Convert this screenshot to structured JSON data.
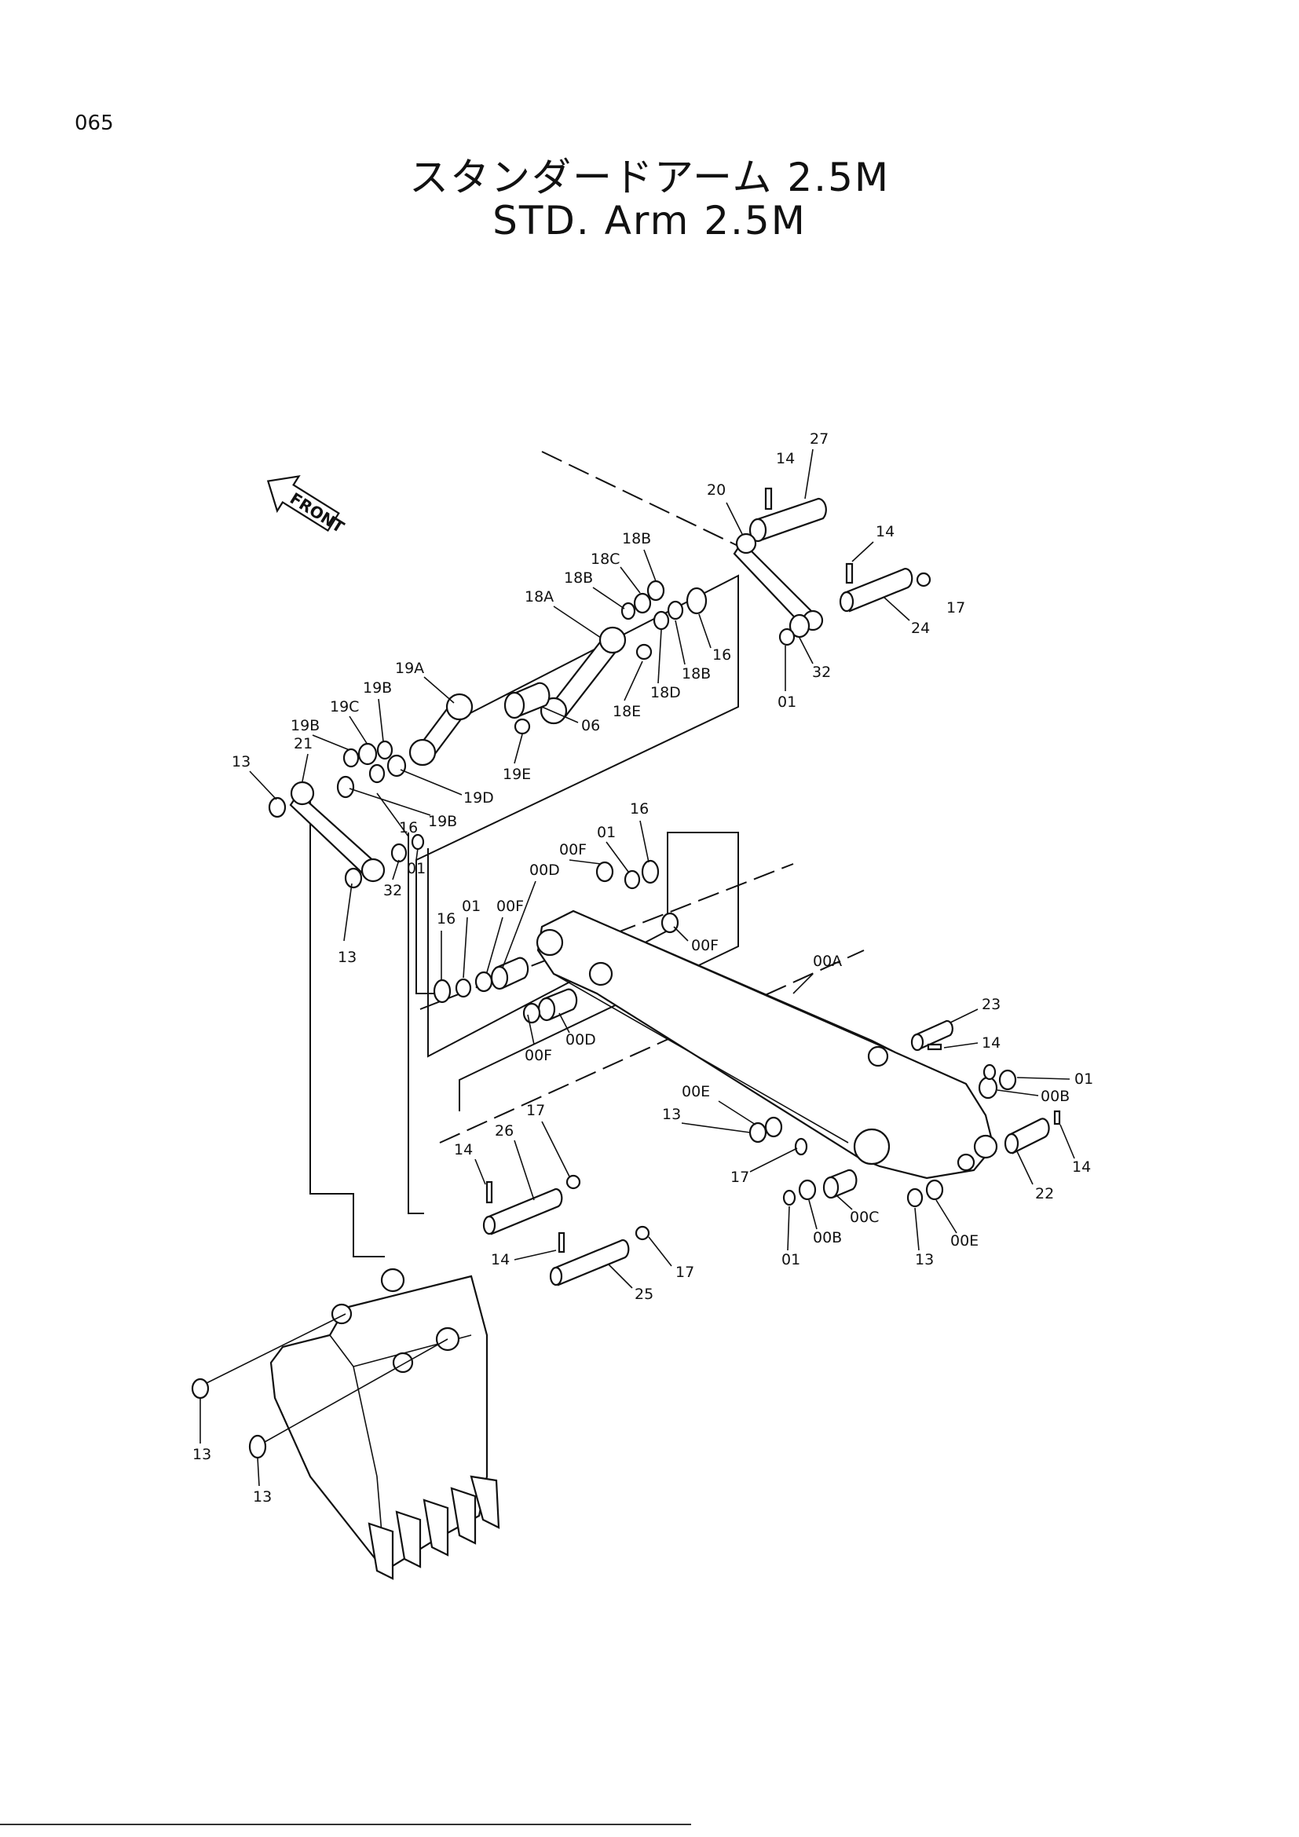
{
  "page_number": "065",
  "title_ja": "スタンダードアーム 2.5M",
  "title_en": "STD. Arm 2.5M",
  "front_label": "FRONT",
  "callouts": [
    "14",
    "27",
    "20",
    "14",
    "17",
    "24",
    "18B",
    "18C",
    "18B",
    "18A",
    "16",
    "18B",
    "18D",
    "18E",
    "32",
    "01",
    "19A",
    "19B",
    "19C",
    "06",
    "19B",
    "19E",
    "13",
    "21",
    "19D",
    "19B",
    "16",
    "01",
    "32",
    "13",
    "16",
    "01",
    "00F",
    "00D",
    "00F",
    "01",
    "00F",
    "16",
    "00F",
    "00D",
    "00A",
    "23",
    "14",
    "01",
    "00B",
    "00E",
    "13",
    "17",
    "26",
    "17",
    "14",
    "22",
    "14",
    "14",
    "00C",
    "00B",
    "01",
    "13",
    "00E",
    "17",
    "25",
    "13",
    "13"
  ]
}
